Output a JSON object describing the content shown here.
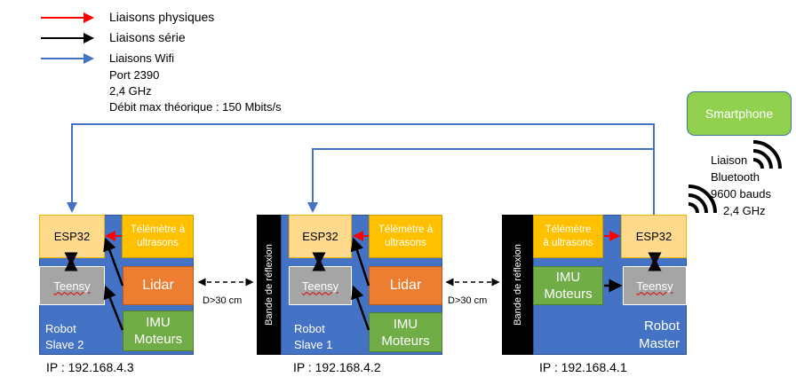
{
  "legend": {
    "physical": "Liaisons physiques",
    "serial": "Liaisons série",
    "wifi": "Liaisons Wifi",
    "port": "Port 2390",
    "freq": "2,4 GHz",
    "rate": "Débit max théorique : 150 Mbits/s",
    "colors": {
      "physical": "#ff0000",
      "serial": "#000000",
      "wifi": "#4472c4"
    }
  },
  "smartphone": {
    "label": "Smartphone",
    "color": "#92d050"
  },
  "bluetooth": {
    "line1": "Liaison",
    "line2": "Bluetooth",
    "line3": "9600 bauds",
    "line4": "2,4 GHz"
  },
  "distance": "D>30 cm",
  "band": "Bande de réflexion",
  "robots": {
    "slave2": {
      "name1": "Robot",
      "name2": "Slave 2",
      "ip": "IP : 192.168.4.3"
    },
    "slave1": {
      "name1": "Robot",
      "name2": "Slave 1",
      "ip": "IP : 192.168.4.2"
    },
    "master": {
      "name1": "Robot",
      "name2": "Master",
      "ip": "IP : 192.168.4.1"
    }
  },
  "blocks": {
    "esp": "ESP32",
    "teensy": "Teensy",
    "tel1": "Télémètre à",
    "tel2": "ultrasons",
    "telm1": "Télémètre",
    "telm2": "à ultrasons",
    "lidar": "Lidar",
    "imu1": "IMU",
    "imu2": "Moteurs"
  }
}
